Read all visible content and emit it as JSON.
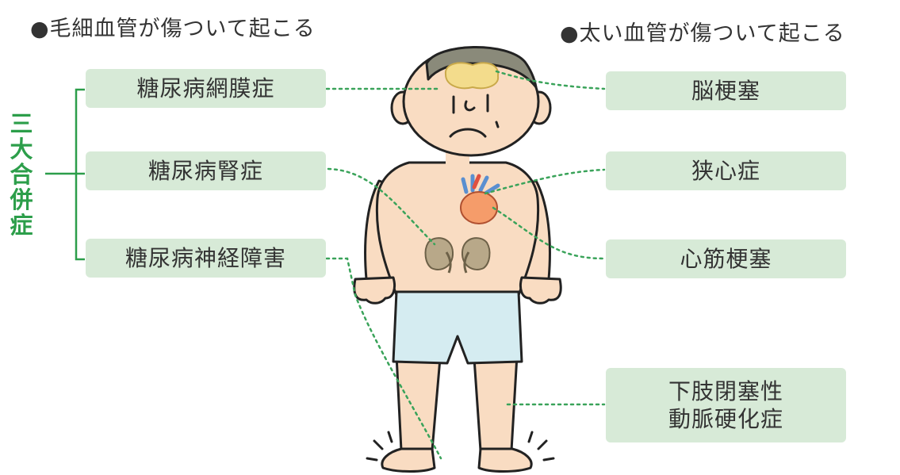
{
  "headers": {
    "left": "●毛細血管が傷ついて起こる",
    "right": "●太い血管が傷ついて起こる"
  },
  "group_label": [
    "三",
    "大",
    "合",
    "併",
    "症"
  ],
  "left_boxes": {
    "retinopathy": "糖尿病網膜症",
    "nephropathy": "糖尿病腎症",
    "neuropathy": "糖尿病神経障害"
  },
  "right_boxes": {
    "stroke": "脳梗塞",
    "angina": "狭心症",
    "infarction": "心筋梗塞",
    "pad_line1": "下肢閉塞性",
    "pad_line2": "動脈硬化症"
  },
  "colors": {
    "box_fill": "#d7ead7",
    "green": "#2c9e4a",
    "skin": "#f9dcc2",
    "shorts": "#d5ecf1",
    "heart": "#f59c6a",
    "kidney": "#b8a889",
    "brain": "#f3dc8c"
  }
}
